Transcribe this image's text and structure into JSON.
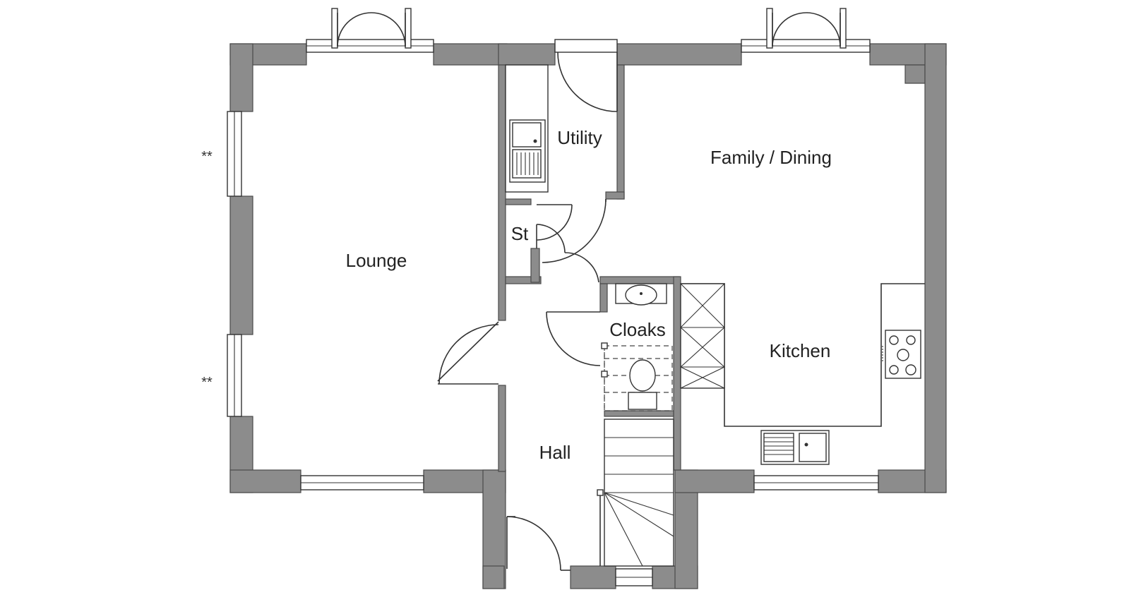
{
  "plan": {
    "rooms": {
      "lounge": "Lounge",
      "utility": "Utility",
      "family_dining": "Family / Dining",
      "store": "St",
      "cloaks": "Cloaks",
      "kitchen": "Kitchen",
      "hall": "Hall"
    },
    "notes": {
      "upper_window_marker": "**",
      "lower_window_marker": "**"
    },
    "colors": {
      "wall": "#8c8c8c",
      "line": "#333333",
      "background": "#ffffff"
    }
  }
}
